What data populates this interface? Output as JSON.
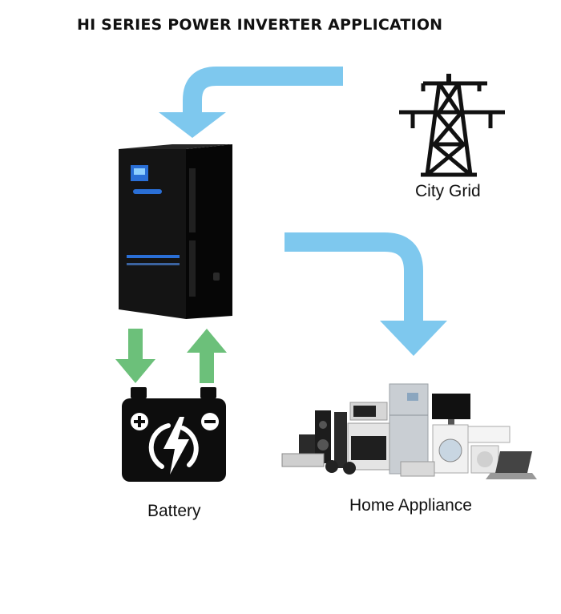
{
  "title": "HI SERIES POWER INVERTER APPLICATION",
  "labels": {
    "city_grid": "City Grid",
    "battery": "Battery",
    "home_appliance": "Home Appliance"
  },
  "colors": {
    "flow_arrow": "#7ec8ee",
    "battery_arrow": "#6cc07a",
    "battery_body": "#0d0d0d",
    "inverter_body": "#151515",
    "inverter_accent": "#2a6fd6"
  },
  "icons": [
    "transmission-tower-icon",
    "battery-icon",
    "lightning-bolt-icon",
    "plus-icon",
    "minus-icon"
  ]
}
